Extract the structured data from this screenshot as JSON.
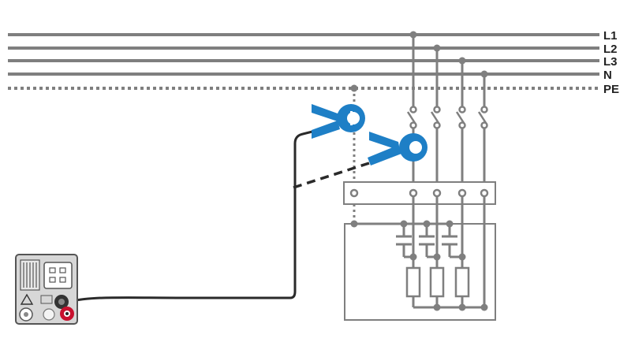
{
  "lines": {
    "l1": "L1",
    "l2": "L2",
    "l3": "L3",
    "n": "N",
    "pe": "PE"
  },
  "colors": {
    "conductor": "#7f7f7f",
    "clamp": "#1e7fc6",
    "lead": "#2a2a2a",
    "terminal_red": "#c8102e",
    "instrument_body": "#d7d7d7"
  },
  "icons": {
    "clamp": "current-clamp-icon",
    "instrument": "instrument-icon",
    "warning": "warning-triangle-icon"
  }
}
